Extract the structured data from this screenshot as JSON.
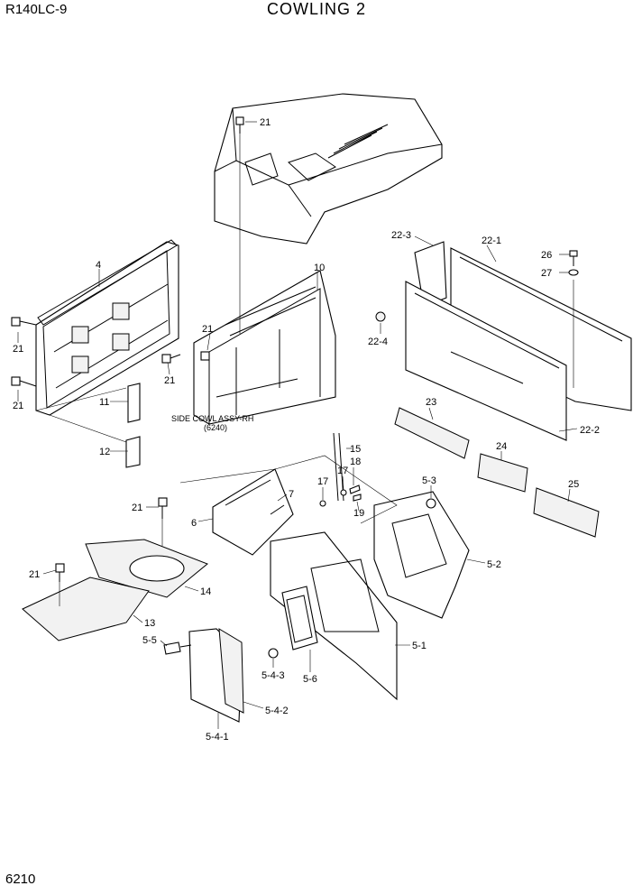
{
  "header": {
    "model": "R140LC-9",
    "title": "COWLING 2"
  },
  "footer": {
    "page_number": "6210"
  },
  "note": {
    "line1": "SIDE COWL ASSY-RH",
    "line2": "(6240)"
  },
  "callouts": {
    "c4": "4",
    "c10": "10",
    "c11": "11",
    "c12": "12",
    "c13": "13",
    "c14": "14",
    "c15": "15",
    "c17a": "17",
    "c17b": "17",
    "c18": "18",
    "c19": "19",
    "c21top": "21",
    "c21a": "21",
    "c21b": "21",
    "c21c": "21",
    "c21d": "21",
    "c21e": "21",
    "c21f": "21",
    "c22_1": "22-1",
    "c22_2": "22-2",
    "c22_3": "22-3",
    "c22_4": "22-4",
    "c23": "23",
    "c24": "24",
    "c25": "25",
    "c26": "26",
    "c27": "27",
    "c5_1": "5-1",
    "c5_2": "5-2",
    "c5_3": "5-3",
    "c5_4_1": "5-4-1",
    "c5_4_2": "5-4-2",
    "c5_4_3": "5-4-3",
    "c5_5": "5-5",
    "c5_6": "5-6",
    "c6": "6",
    "c7": "7"
  }
}
